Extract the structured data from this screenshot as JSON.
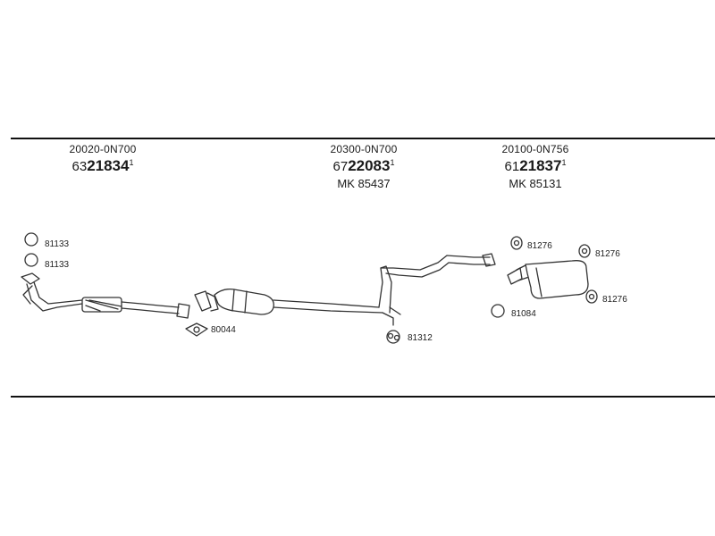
{
  "groups": [
    {
      "oe": "20020-0N700",
      "num_prefix": "63",
      "num_main": "21834",
      "num_sup": "1",
      "mk": ""
    },
    {
      "oe": "20300-0N700",
      "num_prefix": "67",
      "num_main": "22083",
      "num_sup": "1",
      "mk": "MK  85437"
    },
    {
      "oe": "20100-0N756",
      "num_prefix": "61",
      "num_main": "21837",
      "num_sup": "1",
      "mk": "MK  85131"
    }
  ],
  "parts": {
    "p1": "81133",
    "p2": "81133",
    "gasket": "80044",
    "hanger_mid": "81312",
    "hanger_r1": "81276",
    "hanger_r2": "81276",
    "hanger_r3": "81276",
    "ring_r": "81084"
  }
}
